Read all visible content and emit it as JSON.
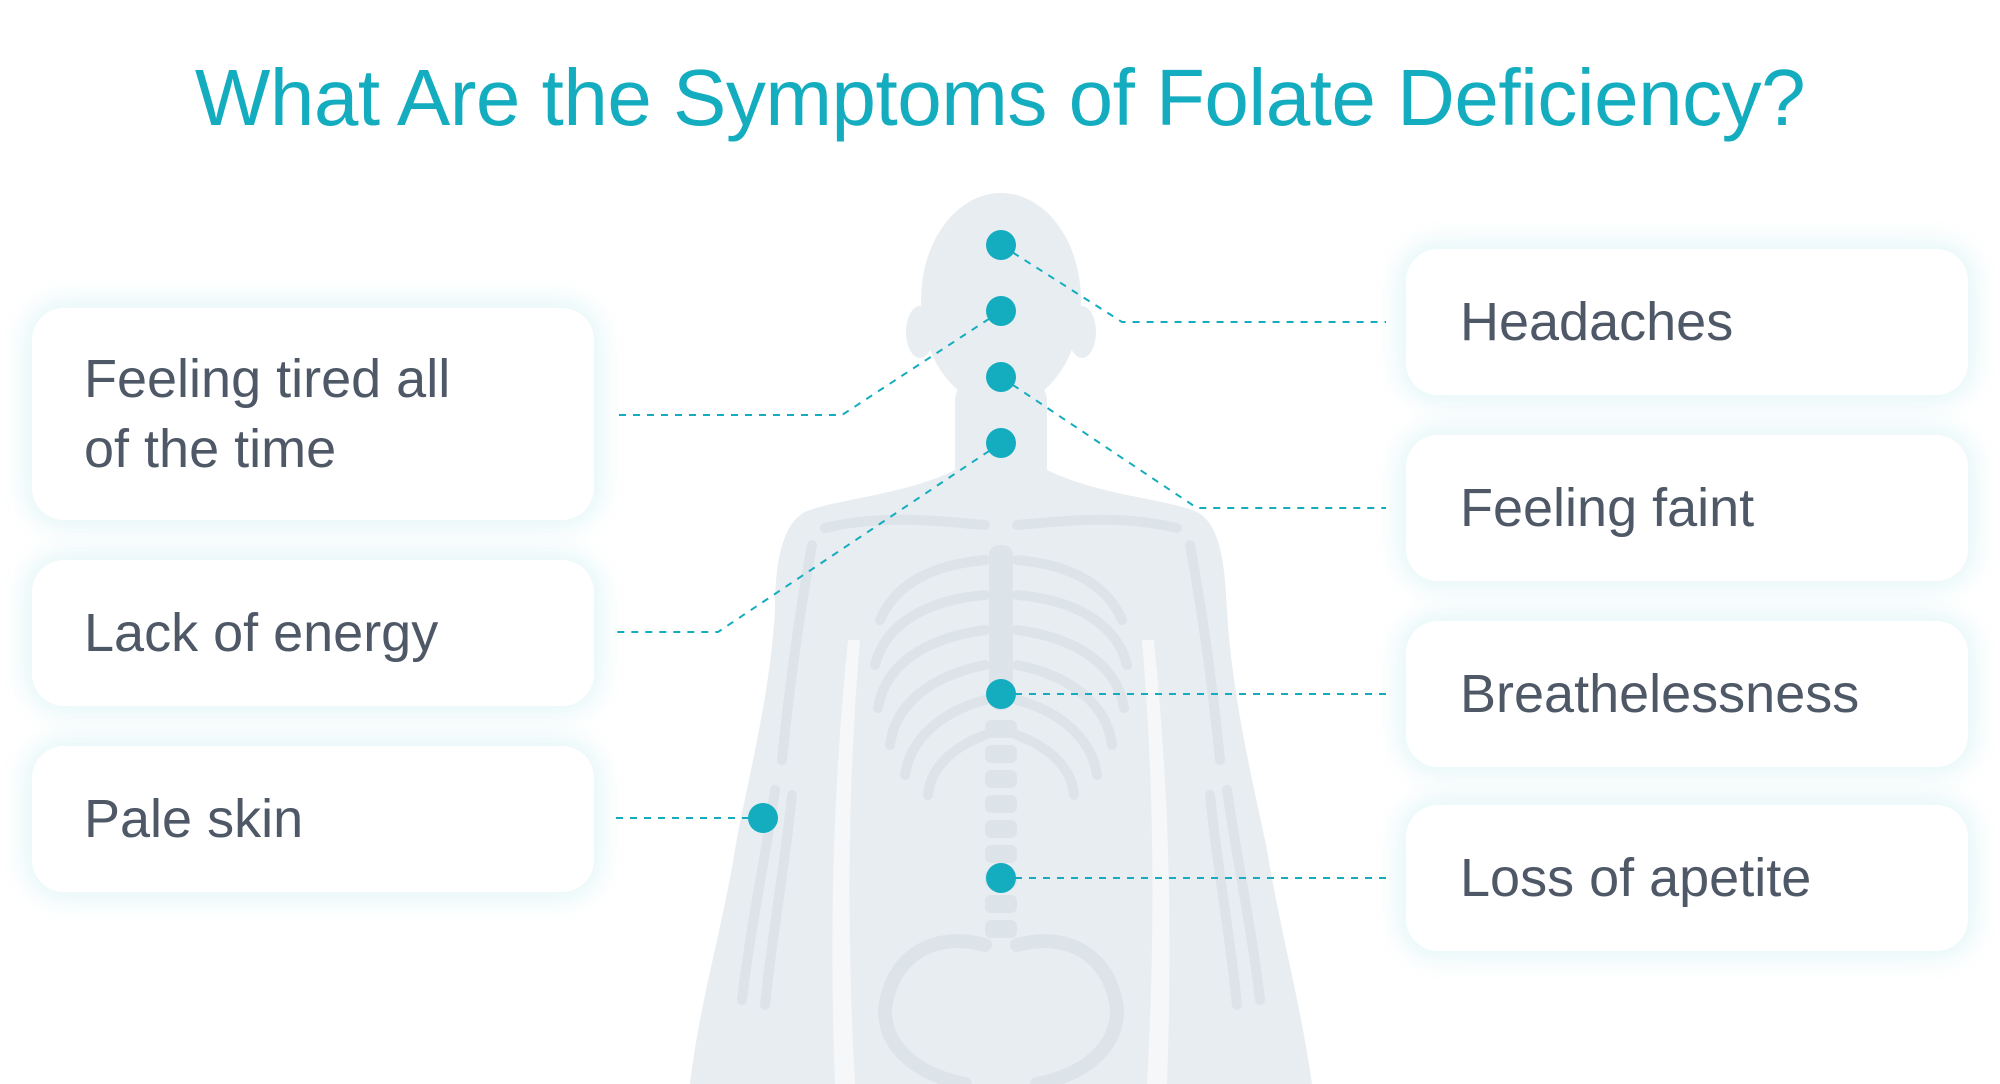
{
  "title": "What Are the Symptoms of Folate Deficiency?",
  "colors": {
    "accent": "#14adbf",
    "text": "#4e5866",
    "silhouette": "#e8edf1",
    "skeleton": "#dce4ea"
  },
  "symptoms_left": [
    {
      "label": "Feeling tired all of the time"
    },
    {
      "label": "Lack of energy"
    },
    {
      "label": "Pale skin"
    }
  ],
  "symptoms_right": [
    {
      "label": "Headaches"
    },
    {
      "label": "Feeling faint"
    },
    {
      "label": "Breathelessness"
    },
    {
      "label": "Loss of apetite"
    }
  ]
}
